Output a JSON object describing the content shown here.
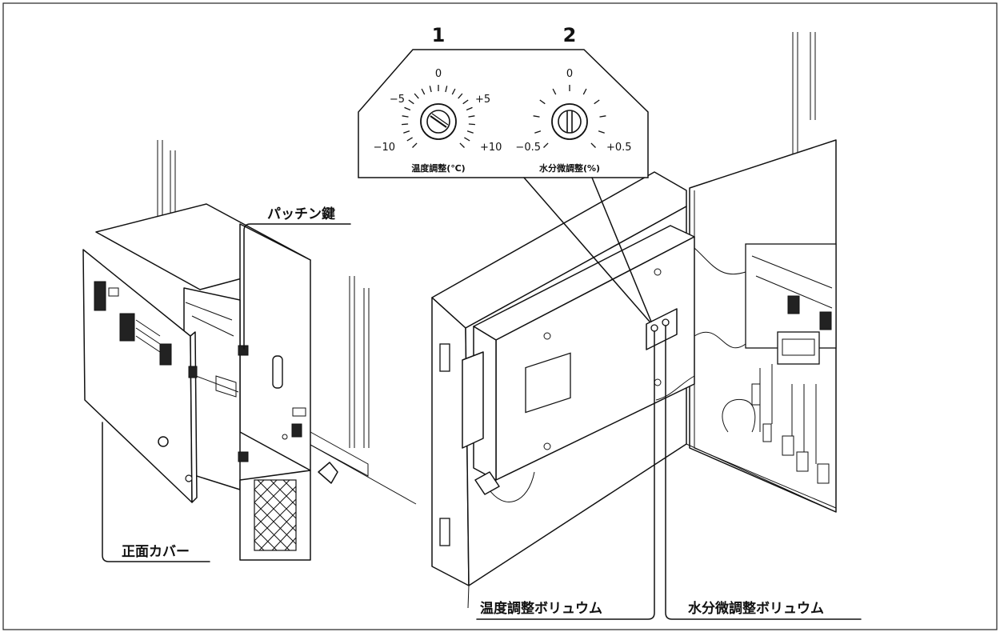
{
  "labels": {
    "patchin_key": "パッチン鍵",
    "front_cover": "正面カバー",
    "temp_volume": "温度調整ボリュウム",
    "moisture_volume": "水分微調整ボリュウム"
  },
  "dial1": {
    "number": "1",
    "top": "0",
    "left_mid": "−5",
    "right_mid": "+5",
    "left_end": "−10",
    "right_end": "+10",
    "caption": "温度調整(℃)"
  },
  "dial2": {
    "number": "2",
    "top": "0",
    "left_end": "−0.5",
    "right_end": "+0.5",
    "caption": "水分微調整(%)"
  }
}
